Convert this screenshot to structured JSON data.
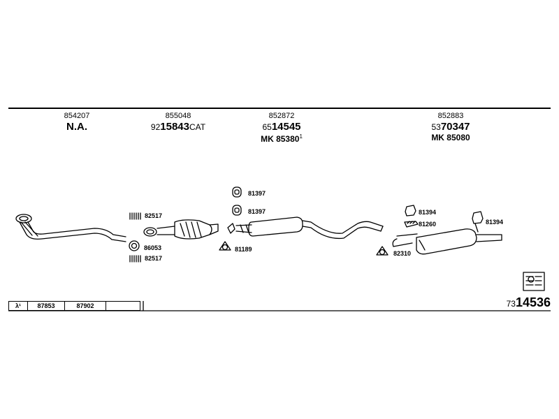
{
  "groups": [
    {
      "code": "854207",
      "main": "N.A."
    },
    {
      "code": "855048",
      "prefix": "92",
      "number": "15843",
      "suffix": "CAT"
    },
    {
      "code": "852872",
      "prefix": "65",
      "number": "14545",
      "mk": "MK 85380",
      "mk_sup": "1"
    },
    {
      "code": "852883",
      "prefix": "53",
      "number": "70347",
      "mk": "MK 85080"
    }
  ],
  "part_labels": [
    "82517",
    "82517",
    "86053",
    "81397",
    "81397",
    "81189",
    "81394",
    "81260",
    "81394",
    "82310"
  ],
  "lambda_row": {
    "symbol": "λ¹",
    "cells": [
      "87853",
      "87902",
      ""
    ]
  },
  "catalog": {
    "prefix": "73",
    "number": "14536"
  },
  "icons": [
    "exhaust-front-pipe-icon",
    "clamp-icon",
    "gasket-ring-icon",
    "catalytic-converter-icon",
    "front-silencer-icon",
    "rubber-mount-icon",
    "bracket-icon",
    "rear-silencer-icon",
    "book-icon"
  ]
}
